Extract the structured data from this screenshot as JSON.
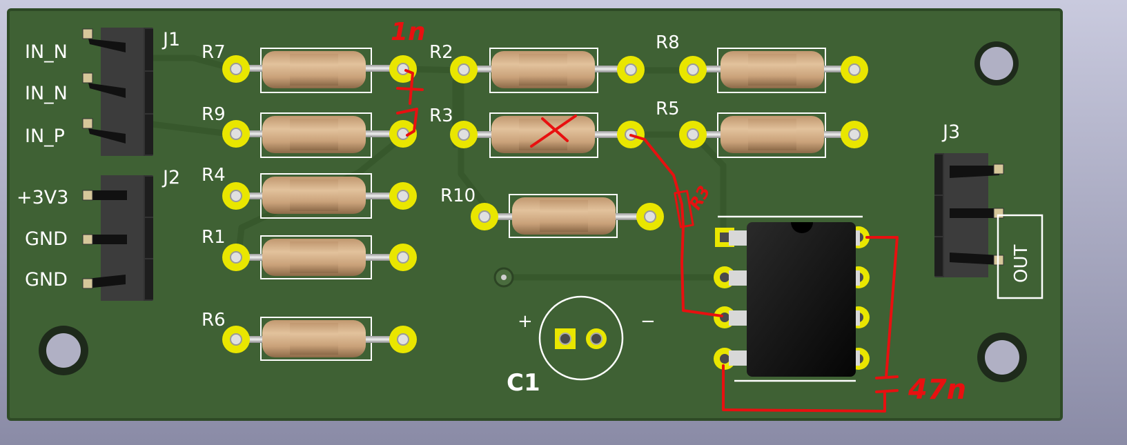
{
  "colors": {
    "pcb": "#3f6134",
    "pcb_edge": "#2e4a26",
    "silkscreen": "#ffffff",
    "pad": "#e9e600",
    "resistor_body": "#d2ae86",
    "ic_body": "#141414",
    "annotation": "#e81010"
  },
  "connectors": {
    "j1": {
      "ref": "J1",
      "pins": [
        "IN_N",
        "IN_N",
        "IN_P"
      ]
    },
    "j2": {
      "ref": "J2",
      "pins": [
        "+3V3",
        "GND",
        "GND"
      ]
    },
    "j3": {
      "ref": "J3",
      "label": "OUT"
    }
  },
  "resistors": {
    "r7": "R7",
    "r9": "R9",
    "r4": "R4",
    "r1": "R1",
    "r6": "R6",
    "r2": "R2",
    "r3": "R3",
    "r10": "R10",
    "r8": "R8",
    "r5": "R5"
  },
  "capacitor": {
    "ref": "C1",
    "plus": "+",
    "minus": "−"
  },
  "handwritten": {
    "top_value": "1n",
    "r3_replacement": "R3",
    "cap_value": "47n",
    "cross_mark": "X"
  },
  "ic": {
    "type": "DIP-8"
  }
}
